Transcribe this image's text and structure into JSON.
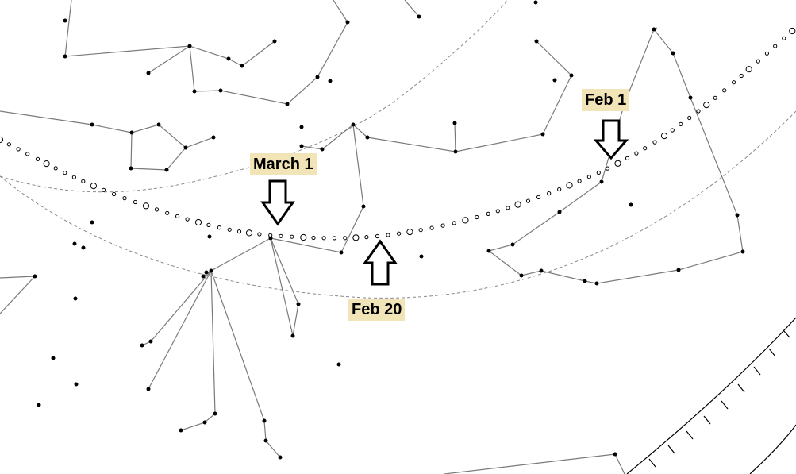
{
  "labels": {
    "feb1": "Feb 1",
    "march1": "March 1",
    "feb20": "Feb 20"
  },
  "colors": {
    "background": "#ffffff",
    "label_background": "#f1e5b8",
    "star": "#000000",
    "constellation_line": "#7a7a7a",
    "guide_dashed": "#8a8a8a",
    "arrow_fill": "#ffffff",
    "arrow_stroke": "#000000"
  },
  "icons": {
    "arrow_feb1": "down-arrow-icon",
    "arrow_march1": "down-arrow-icon",
    "arrow_feb20": "up-arrow-icon"
  }
}
